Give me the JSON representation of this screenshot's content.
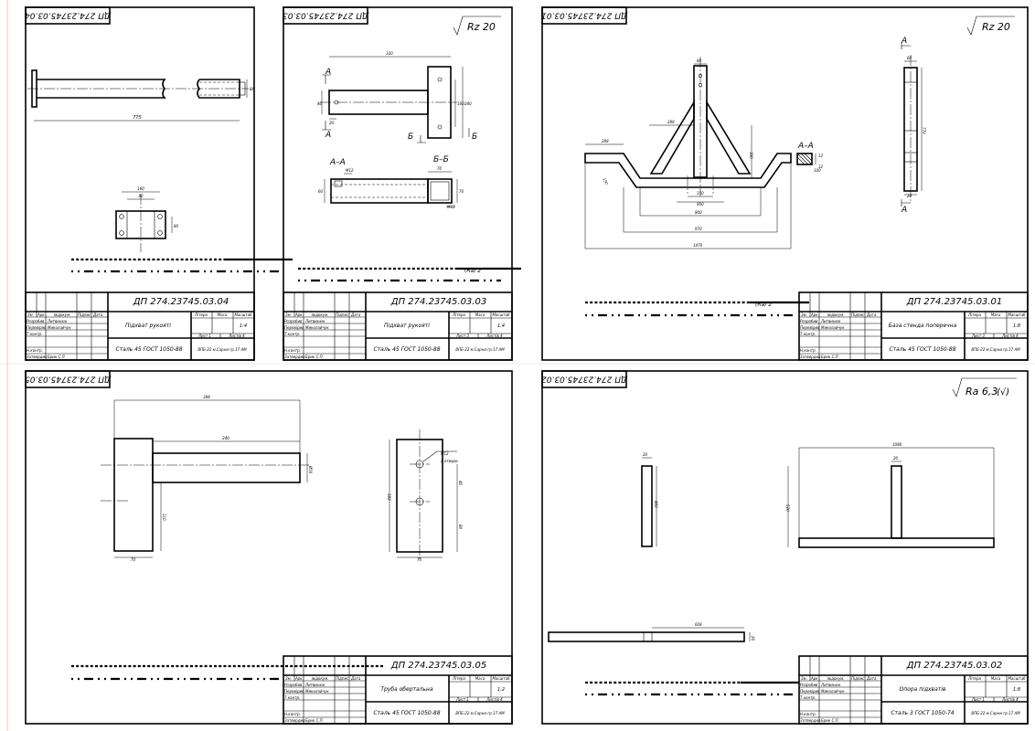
{
  "sheets": [
    {
      "id": "s04",
      "code": "ДП 274.23745.03.04",
      "code_rot": "ДП 274.23745.03.04",
      "part_name": "Підхват рукояті",
      "material": "Сталь 45 ГОСТ 1050-88",
      "org": "ВПБ-22 м.Сарни гр.17 АМ",
      "scale": "1:4",
      "sheet_word": "Лист 1",
      "sheets_word": "Листів 4",
      "dims": [
        "775",
        "160",
        "80",
        "80",
        "86"
      ]
    },
    {
      "id": "s03",
      "code": "ДП 274.23745.03.03",
      "code_rot": "ДП 274.23745.03.03",
      "part_name": "Підхват рукояті",
      "material": "Сталь 45 ГОСТ 1050-88",
      "org": "ВПБ-22 м.Сарни гр.17 АМ",
      "scale": "1:4",
      "sheet_word": "Лист 3",
      "sheets_word": "Листів 4",
      "roughness": "Rz 20",
      "sections": [
        "А",
        "А",
        "Б",
        "Б",
        "А–А",
        "Б–Б"
      ],
      "dims": [
        "320",
        "40",
        "160",
        "240",
        "20",
        "М12",
        "60",
        "70",
        "70",
        "М12"
      ],
      "stamp_word": "(Ra) 2"
    },
    {
      "id": "s01",
      "code": "ДП 274.23745.03.01",
      "code_rot": "ДП 274.23745.03.01",
      "part_name": "База стенда поперечна",
      "material": "Сталь 45 ГОСТ 1050-88",
      "org": "ВПБ-22 м.Сарни гр.17 АМ",
      "scale": "1:8",
      "sheet_word": "Лист 3",
      "sheets_word": "Листів 4",
      "roughness": "Rz 20",
      "sections": [
        "А",
        "А",
        "А–А"
      ],
      "dims": [
        "80",
        "288",
        "288",
        "150",
        "300",
        "170",
        "900",
        "150",
        "800",
        "970",
        "1470",
        "60",
        "770",
        "20",
        "12",
        "12",
        "100"
      ],
      "stamp_word": "(Ra) 2"
    },
    {
      "id": "s05",
      "code": "ДП 274.23745.03.05",
      "code_rot": "ДП 274.23745.03.05",
      "part_name": "Труба обертальна",
      "material": "Сталь 45 ГОСТ 1050-88",
      "org": "ВПБ-22 м.Сарни гр.17 АМ",
      "scale": "1:2",
      "sheet_word": "Лист 1",
      "sheets_word": "Листів 4",
      "dims": [
        "384",
        "240",
        "Ø50",
        "110",
        "70",
        "М12",
        "2 отвори",
        "40",
        "80",
        "182",
        "70"
      ]
    },
    {
      "id": "s02",
      "code": "ДП 274.23745.03.02",
      "code_rot": "ДП 274.23745.03.02",
      "part_name": "Опора підхватів",
      "material": "Сталь 3 ГОСТ 1050-74",
      "org": "ВПБ-22 м.Сарни гр.17 АМ",
      "scale": "1:8",
      "sheet_word": "Лист 1",
      "sheets_word": "Листів 4",
      "roughness": "Ra 6,3",
      "roughness_paren": "(√)",
      "dims": [
        "20",
        "400",
        "1080",
        "20",
        "520",
        "608",
        "20"
      ]
    }
  ],
  "title_block": {
    "row_labels": [
      "Розробив",
      "Перевірив",
      "Т.контр.",
      "",
      "Н.контр.",
      "Затвердив"
    ],
    "col_headers": [
      "Зм.",
      "Арк.",
      "№докум.",
      "Підпис",
      "Дата"
    ],
    "names": [
      "Литвинюк",
      "Миколайчук",
      "",
      "",
      "",
      "Брик С.П."
    ],
    "letter_headers": [
      "Літера",
      "Маса",
      "Масштаб"
    ]
  }
}
